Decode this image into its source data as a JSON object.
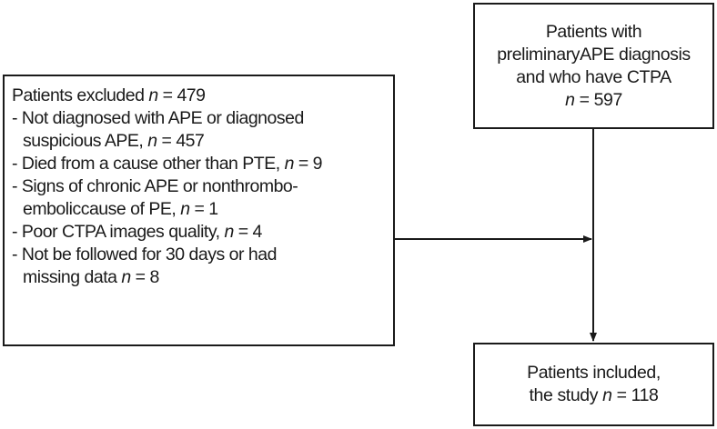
{
  "top_box": {
    "line1": "Patients with",
    "line2": "preliminaryAPE diagnosis",
    "line3": "and who have CTPA",
    "n_label": "n",
    "n_value": " = 597"
  },
  "excluded_box": {
    "title": "Patients excluded ",
    "title_n": "n",
    "title_value": " = 479",
    "items": [
      {
        "line1": "- Not diagnosed with APE or diagnosed",
        "line2": "suspicious APE, ",
        "n": "n",
        "value": " = 457"
      },
      {
        "line1": "- Died from a cause other than PTE, ",
        "n": "n",
        "value": " = 9"
      },
      {
        "line1": "- Signs of chronic APE or nonthrombo-",
        "line2": "emboliccause of PE, ",
        "n": "n",
        "value": " = 1"
      },
      {
        "line1": "- Poor CTPA images quality, ",
        "n": "n",
        "value": " = 4"
      },
      {
        "line1": "- Not be followed for 30 days or had",
        "line2": "missing data ",
        "n": "n",
        "value": " = 8"
      }
    ]
  },
  "bottom_box": {
    "line1": "Patients included,",
    "line2": "the study ",
    "n_label": "n",
    "n_value": " = 118"
  }
}
